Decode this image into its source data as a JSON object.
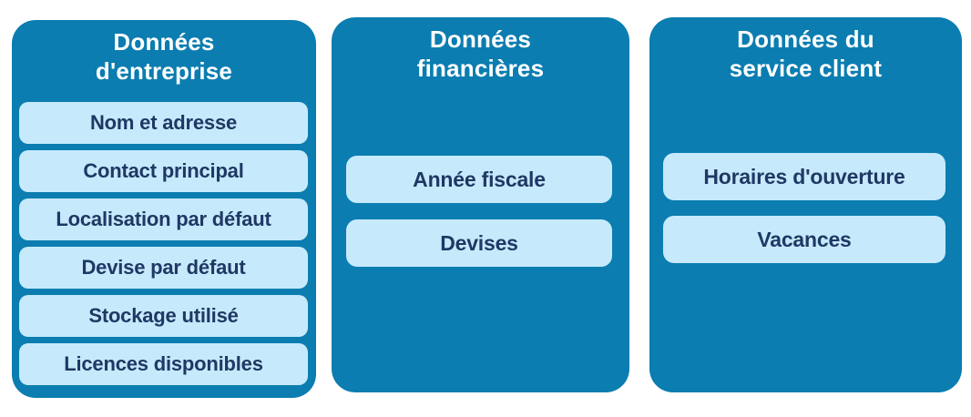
{
  "cards": [
    {
      "title": "Données\nd'entreprise",
      "items": [
        "Nom et adresse",
        "Contact principal",
        "Localisation par défaut",
        "Devise par défaut",
        "Stockage utilisé",
        "Licences disponibles"
      ]
    },
    {
      "title": "Données\nfinancières",
      "items": [
        "Année fiscale",
        "Devises"
      ]
    },
    {
      "title": "Données du\nservice client",
      "items": [
        "Horaires d'ouverture",
        "Vacances"
      ]
    }
  ],
  "colors": {
    "background": "#ffffff",
    "card_fill": "#0b7db0",
    "item_fill": "#c6eafc",
    "item_text": "#1f3864",
    "title_text": "#ffffff"
  }
}
